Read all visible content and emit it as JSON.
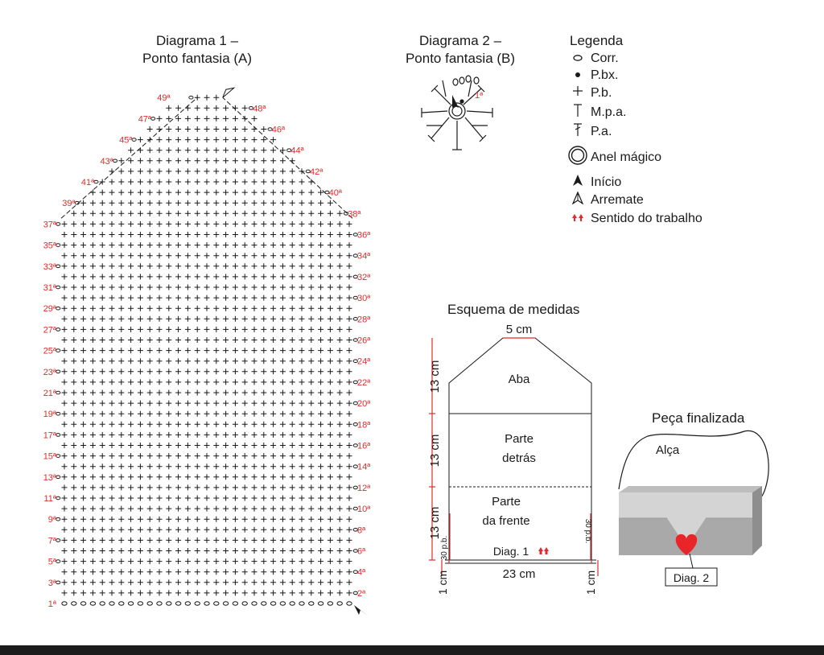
{
  "diagram1": {
    "title_line1": "Diagrama 1 –",
    "title_line2": "Ponto fantasia (A)",
    "rows": 49,
    "row_labels": [
      "1ª",
      "2ª",
      "3ª",
      "4ª",
      "5ª",
      "6ª",
      "7ª",
      "8ª",
      "9ª",
      "10ª",
      "11ª",
      "12ª",
      "13ª",
      "14ª",
      "15ª",
      "16ª",
      "17ª",
      "18ª",
      "19ª",
      "20ª",
      "21ª",
      "22ª",
      "23ª",
      "24ª",
      "25ª",
      "26ª",
      "27ª",
      "28ª",
      "29ª",
      "30ª",
      "31ª",
      "32ª",
      "33ª",
      "34ª",
      "35ª",
      "36ª",
      "37ª",
      "38ª",
      "39ª",
      "40ª",
      "41ª",
      "42ª",
      "43ª",
      "44ª",
      "45ª",
      "46ª",
      "47ª",
      "48ª",
      "49ª"
    ],
    "stitches_full_width": 31,
    "stitches_top_row": 3
  },
  "diagram2": {
    "title_line1": "Diagrama 2 –",
    "title_line2": "Ponto fantasia (B)",
    "row_label": "1ª"
  },
  "legend": {
    "title": "Legenda",
    "items": [
      {
        "icon": "chain-icon",
        "label": "Corr."
      },
      {
        "icon": "slip-stitch-icon",
        "label": "P.bx."
      },
      {
        "icon": "single-crochet-icon",
        "label": "P.b."
      },
      {
        "icon": "half-double-crochet-icon",
        "label": "M.p.a."
      },
      {
        "icon": "double-crochet-icon",
        "label": "P.a."
      },
      {
        "icon": "magic-ring-icon",
        "label": "Anel mágico"
      },
      {
        "icon": "start-arrow-icon",
        "label": "Início"
      },
      {
        "icon": "finish-arrow-icon",
        "label": "Arremate"
      },
      {
        "icon": "work-direction-icon",
        "label": "Sentido do trabalho"
      }
    ]
  },
  "schema": {
    "title": "Esquema de medidas",
    "top_width": "5 cm",
    "flap_height": "13 cm",
    "back_height": "13 cm",
    "front_height": "13 cm",
    "flap_label": "Aba",
    "back_label_1": "Parte",
    "back_label_2": "detrás",
    "front_label_1": "Parte",
    "front_label_2": "da frente",
    "side_stitch_label": "30 p.b.",
    "diag_label": "Diag. 1",
    "bottom_width": "23 cm",
    "edge_left": "1 cm",
    "edge_right": "1 cm"
  },
  "finished": {
    "title": "Peça finalizada",
    "strap_label": "Alça",
    "diag_label": "Diag. 2",
    "colors": {
      "body": "#a9a9a9",
      "flap": "#cfcfcf",
      "side": "#8e8e8e",
      "heart": "#e8262a"
    }
  },
  "colors": {
    "accent_red": "#e02b2b",
    "ink": "#1a1a1a"
  }
}
